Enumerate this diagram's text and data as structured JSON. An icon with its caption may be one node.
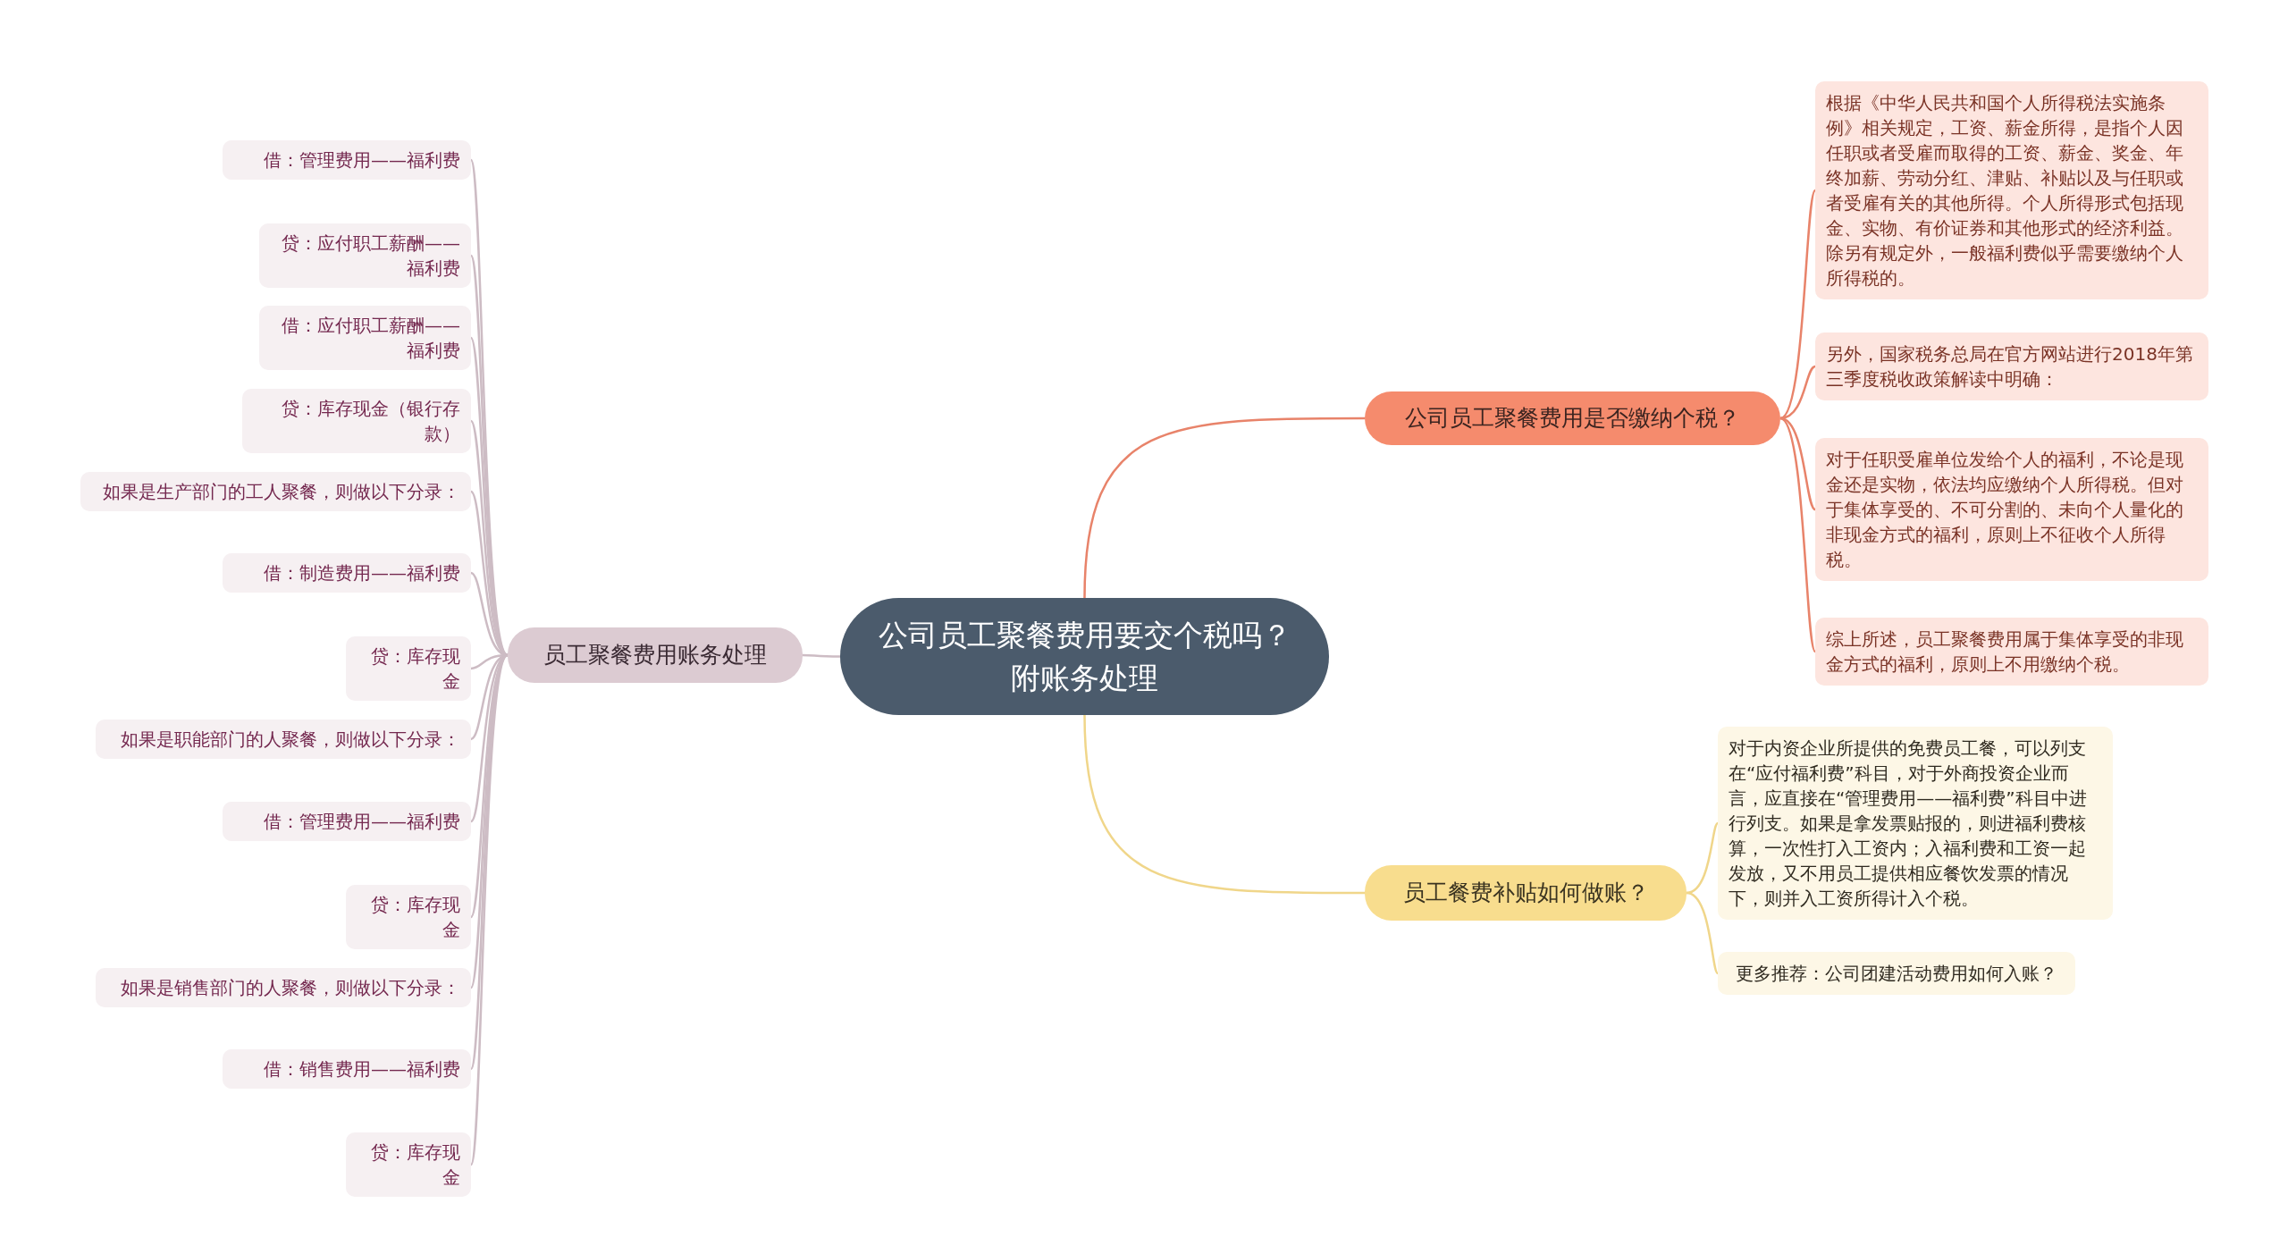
{
  "diagram": {
    "nodes": [
      {
        "text": [
          "公司员工聚餐费用要交个税吗？附账务处理"
        ]
      },
      {
        "text": [
          "公司员工聚餐费用是否缴纳个税？"
        ]
      },
      {
        "text": [
          "根据《中华人民共和国个人所得税法实施条例》相关规定，工资、薪金所得，是指个人因任职或者受雇而取得的工资、薪金、奖金、年终加薪、劳动分红、津贴、补贴以及与任职或者受雇有关的其他所得。个人所得形式包括现金、实物、有价证券和其他形式的经济利益。除另有规定外，一般福利费似乎需要缴纳个人所得税的。"
        ]
      },
      {
        "text": [
          "另外，国家税务总局在官方网站进行2018年第三季度税收政策解读中明确："
        ]
      },
      {
        "text": [
          "对于任职受雇单位发给个人的福利，不论是现金还是实物，依法均应缴纳个人所得税。但对于集体享受的、不可分割的、未向个人量化的非现金方式的福利，原则上不征收个人所得税。"
        ]
      },
      {
        "text": [
          "综上所述，员工聚餐费用属于集体享受的非现金方式的福利，原则上不用缴纳个税。"
        ]
      },
      {
        "text": [
          "员工餐费补贴如何做账？"
        ]
      },
      {
        "text": [
          "对于内资企业所提供的免费员工餐，可以列支在“应付福利费”科目，对于外商投资企业而言，应直接在“管理费用——福利费”科目中进行列支。如果是拿发票贴报的，则进福利费核算，一次性打入工资内；入福利费和工资一起发放，又不用员工提供相应餐饮发票的情况下，则并入工资所得计入个税。"
        ]
      },
      {
        "text": [
          "更多推荐：公司团建活动费用如何入账？"
        ]
      },
      {
        "text": [
          "员工聚餐费用账务处理"
        ]
      },
      {
        "text": [
          "借：管理费用——福利费"
        ]
      },
      {
        "text": [
          "贷：应付职工薪酬——福利费"
        ]
      },
      {
        "text": [
          "借：应付职工薪酬——福利费"
        ]
      },
      {
        "text": [
          "贷：库存现金（银行存款）"
        ]
      },
      {
        "text": [
          "如果是生产部门的工人聚餐，则做以下分录："
        ]
      },
      {
        "text": [
          "借：制造费用——福利费"
        ]
      },
      {
        "text": [
          "贷：库存现金"
        ]
      },
      {
        "text": [
          "如果是职能部门的人聚餐，则做以下分录："
        ]
      },
      {
        "text": [
          "借：管理费用——福利费"
        ]
      },
      {
        "text": [
          "贷：库存现金"
        ]
      },
      {
        "text": [
          "如果是销售部门的人聚餐，则做以下分录："
        ]
      },
      {
        "text": [
          "借：销售费用——福利费"
        ]
      },
      {
        "text": [
          "贷：库存现金"
        ]
      }
    ],
    "edges": [
      {
        "from": 0,
        "to": 1,
        "arrow": "none",
        "color": "#e8836a"
      },
      {
        "from": 1,
        "to": 2,
        "arrow": "none",
        "color": "#e8836a"
      },
      {
        "from": 1,
        "to": 3,
        "arrow": "none",
        "color": "#e8836a"
      },
      {
        "from": 1,
        "to": 4,
        "arrow": "none",
        "color": "#e8836a"
      },
      {
        "from": 1,
        "to": 5,
        "arrow": "none",
        "color": "#e8836a"
      },
      {
        "from": 0,
        "to": 6,
        "arrow": "none",
        "color": "#f0d68a"
      },
      {
        "from": 6,
        "to": 7,
        "arrow": "none",
        "color": "#f0d68a"
      },
      {
        "from": 6,
        "to": 8,
        "arrow": "none",
        "color": "#f0d68a"
      },
      {
        "from": 0,
        "to": 9,
        "arrow": "none"
      },
      {
        "from": 9,
        "to": 10,
        "arrow": "none"
      },
      {
        "from": 9,
        "to": 11,
        "arrow": "none"
      },
      {
        "from": 9,
        "to": 12,
        "arrow": "none"
      },
      {
        "from": 9,
        "to": 13,
        "arrow": "none"
      },
      {
        "from": 9,
        "to": 14,
        "arrow": "none"
      },
      {
        "from": 9,
        "to": 15,
        "arrow": "none"
      },
      {
        "from": 9,
        "to": 16,
        "arrow": "none"
      },
      {
        "from": 9,
        "to": 17,
        "arrow": "none"
      },
      {
        "from": 9,
        "to": 18,
        "arrow": "none"
      },
      {
        "from": 9,
        "to": 19,
        "arrow": "none"
      },
      {
        "from": 9,
        "to": 20,
        "arrow": "none"
      },
      {
        "from": 9,
        "to": 21,
        "arrow": "none"
      },
      {
        "from": 9,
        "to": 22,
        "arrow": "none"
      }
    ]
  }
}
